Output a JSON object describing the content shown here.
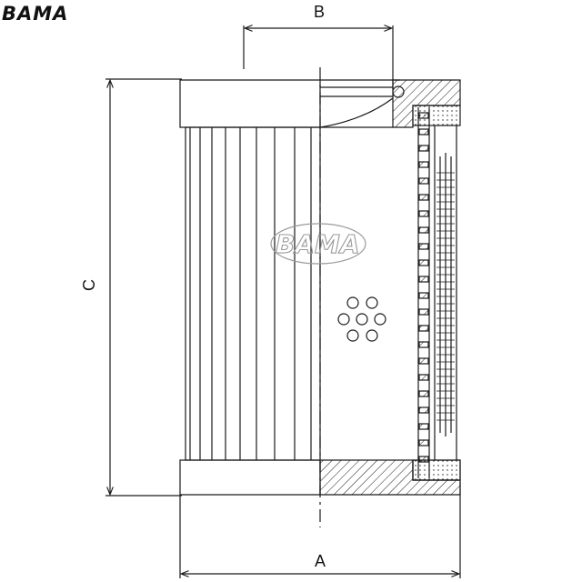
{
  "brand": {
    "logo_text": "BAMA",
    "watermark_text": "BAMA"
  },
  "dimensions": {
    "a_label": "A",
    "b_label": "B",
    "c_label": "C"
  },
  "colors": {
    "line": "#1a1a1a",
    "background": "#ffffff",
    "watermark": "#9a9a9a"
  }
}
